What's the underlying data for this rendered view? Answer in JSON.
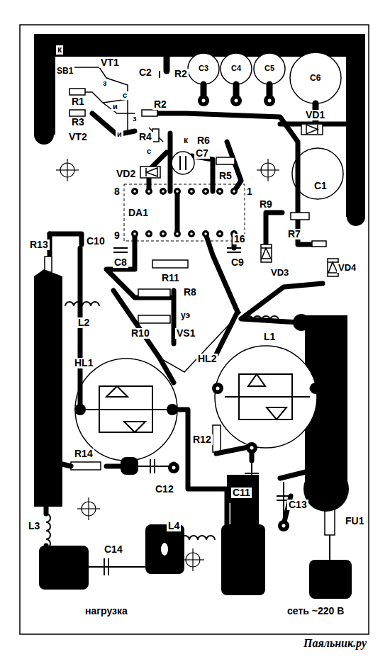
{
  "diagram": {
    "labels": [
      "к",
      "SB1",
      "VT1",
      "C2",
      "R2",
      "C3",
      "C4",
      "C5",
      "C6",
      "R1",
      "з",
      "с",
      "и",
      "R2",
      "R3",
      "VT2",
      "з",
      "и",
      "R4",
      "с",
      "VD1",
      "к",
      "R6",
      "C7",
      "VD2",
      "R5",
      "C1",
      "8",
      "1",
      "DA1",
      "R9",
      "9",
      "16",
      "C8",
      "C9",
      "R7",
      "VD3",
      "VD4",
      "R11",
      "C10",
      "R13",
      "R8",
      "R10",
      "уэ",
      "VS1",
      "L2",
      "L1",
      "HL1",
      "HL2",
      "R14",
      "R12",
      "C11",
      "C13",
      "C12",
      "L3",
      "C14",
      "L4",
      "FU1",
      "нагрузка",
      "сеть ~220 В",
      "Паяльник.ру"
    ]
  }
}
